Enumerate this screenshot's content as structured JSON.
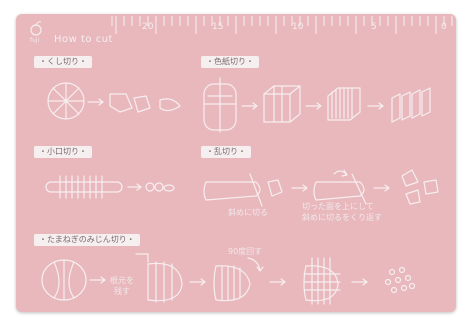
{
  "board": {
    "brand": "fuji",
    "title": "How to cut",
    "ruler_numbers": [
      "20",
      "15",
      "10",
      "5",
      "0"
    ]
  },
  "sections": {
    "kushigiri": "・くし切り・",
    "shikishigiri": "・色紙切り・",
    "koguchigiri": "・小口切り・",
    "rangiri": "・乱切り・",
    "tamanegi": "・たまねぎのみじん切り・"
  },
  "notes": {
    "naname": "斜めに切る",
    "rangiri_1": "切った面を上にして",
    "rangiri_2": "斜めに切るをくり返す",
    "nemoto_1": "根元を",
    "nemoto_2": "残す",
    "rotate": "90度回す"
  },
  "colors": {
    "board": "#e8b8bd",
    "line": "#f7eef0",
    "label_bg": "#f6eff0"
  }
}
